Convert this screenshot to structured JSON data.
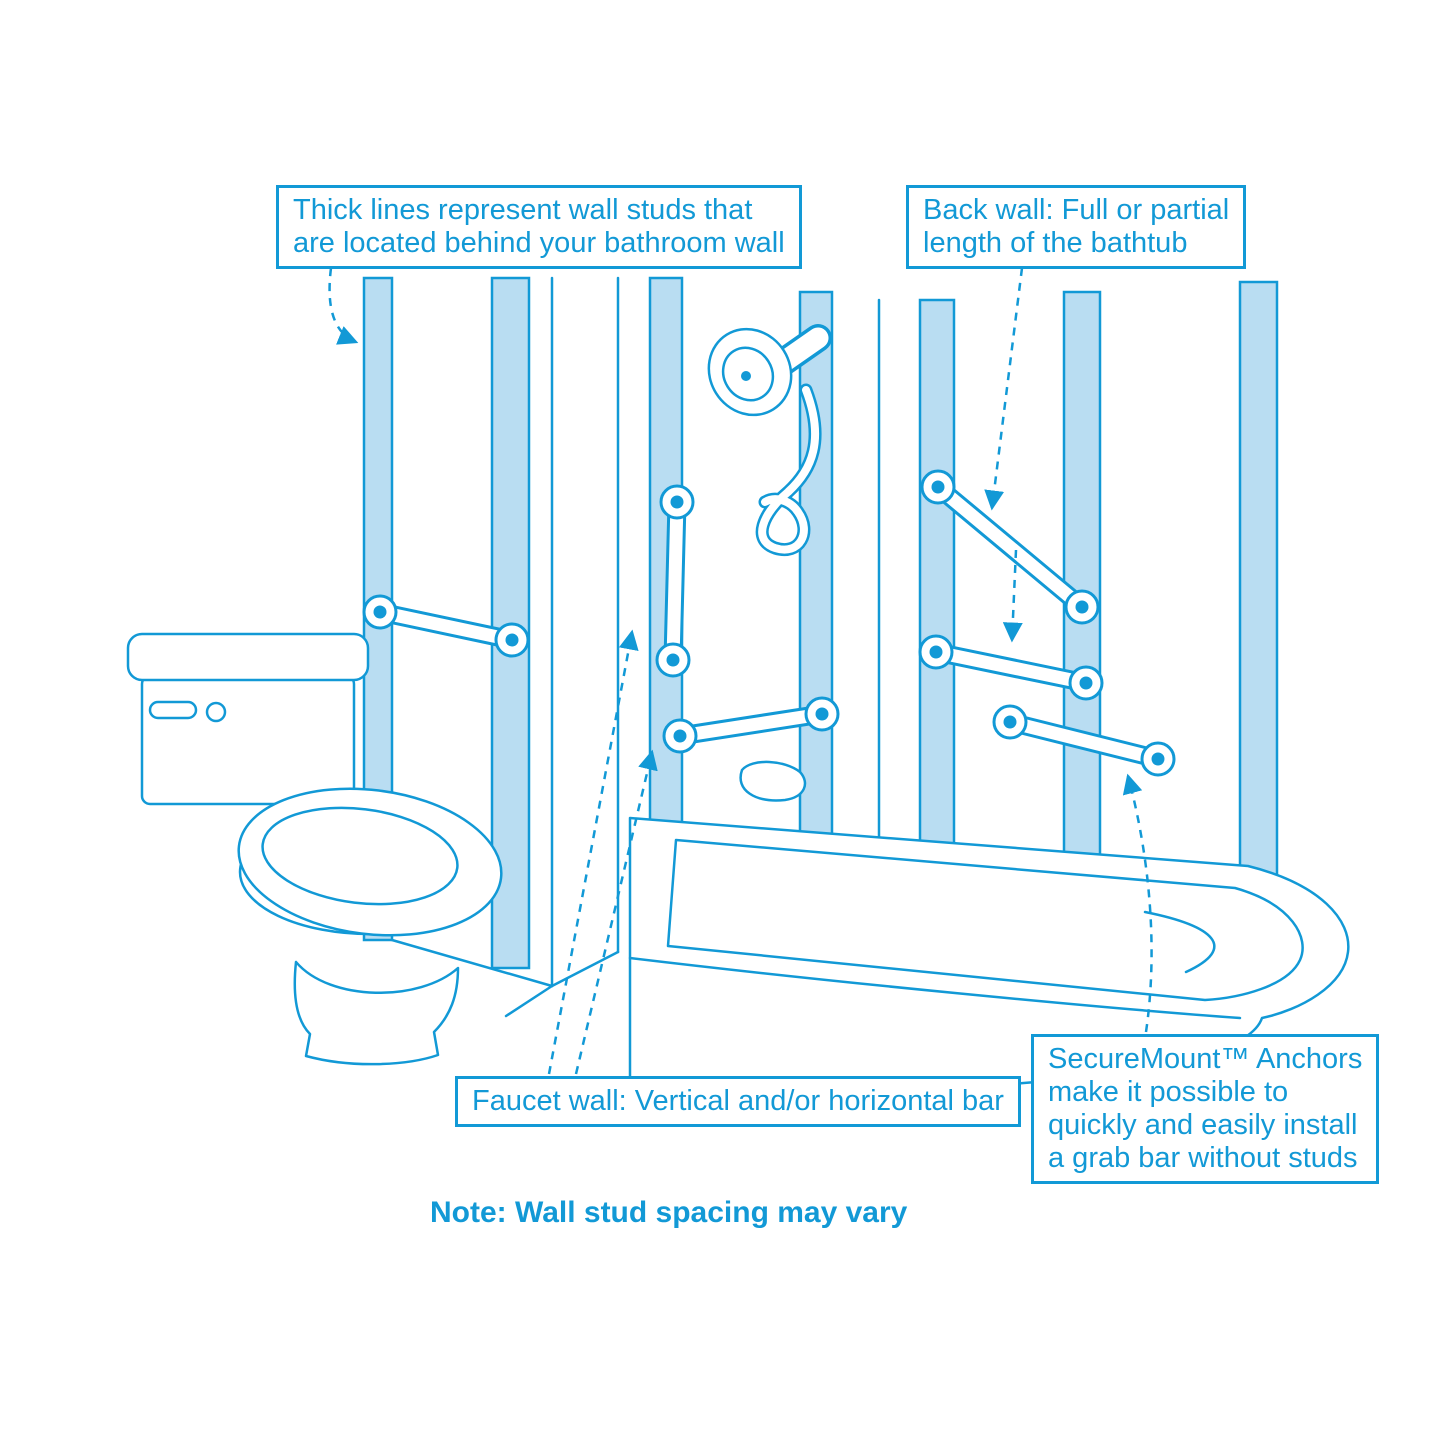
{
  "colors": {
    "line": "#1299d6",
    "stud_fill": "#b9ddf2",
    "text": "#1299d6",
    "background": "#ffffff"
  },
  "callouts": {
    "studs": {
      "lines": [
        "Thick lines represent wall studs that",
        "are located behind your bathroom wall"
      ]
    },
    "back_wall": {
      "lines": [
        "Back wall: Full or partial",
        "length of the bathtub"
      ]
    },
    "faucet_wall": {
      "lines": [
        "Faucet wall: Vertical and/or horizontal bar"
      ]
    },
    "securemount": {
      "lines": [
        "SecureMount™ Anchors",
        "make it possible to",
        "quickly and easily install",
        "a grab bar without studs"
      ]
    }
  },
  "note": "Note: Wall stud spacing may vary"
}
